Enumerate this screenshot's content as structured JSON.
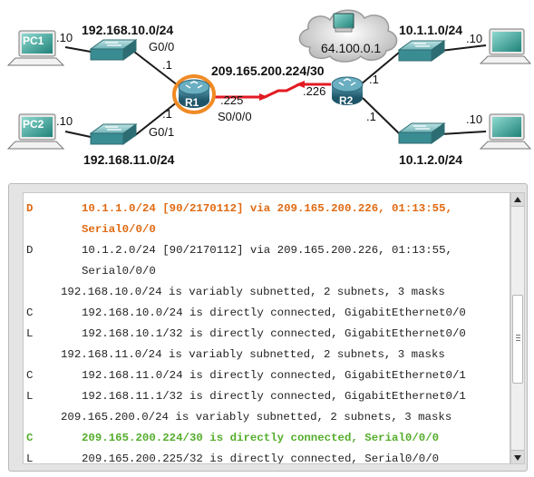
{
  "topology": {
    "pc1": "PC1",
    "pc2": "PC2",
    "r1": "R1",
    "r2": "R2",
    "net_pc1": "192.168.10.0/24",
    "net_pc2": "192.168.11.0/24",
    "net_serial": "209.165.200.224/30",
    "net_r2_lan1": "10.1.1.0/24",
    "net_r2_lan2": "10.1.2.0/24",
    "cloud_addr": "64.100.0.1",
    "pc1_host": ".10",
    "pc2_host": ".10",
    "r1_g00_host": ".1",
    "r1_g01_host": ".1",
    "if_g00": "G0/0",
    "if_g01": "G0/1",
    "r1_serial_host": ".225",
    "if_s000": "S0/0/0",
    "r2_serial_host": ".226",
    "r2_lan1_router_host": ".1",
    "r2_lan2_router_host": ".1",
    "r2_lan1_pc_host": ".10",
    "r2_lan2_pc_host": ".10",
    "colors": {
      "router_accent": "#f08a24",
      "serial_link": "#e21b23",
      "router_body": "#2e6f86",
      "switch_body": "#3a8c93",
      "pc_screen": "#2a8e86"
    }
  },
  "console": {
    "lines": [
      {
        "code": "D",
        "text": "10.1.1.0/24 [90/2170112] via 209.165.200.226, 01:13:55,",
        "style": "orange"
      },
      {
        "code": "",
        "text": "Serial0/0/0",
        "style": "orange"
      },
      {
        "code": "D",
        "text": "10.1.2.0/24 [90/2170112] via 209.165.200.226, 01:13:55,",
        "style": "normal"
      },
      {
        "code": "",
        "text": "Serial0/0/0",
        "style": "normal"
      },
      {
        "code": "",
        "text": "192.168.10.0/24 is variably subnetted, 2 subnets, 3 masks",
        "style": "header"
      },
      {
        "code": "C",
        "text": "192.168.10.0/24 is directly connected, GigabitEthernet0/0",
        "style": "normal"
      },
      {
        "code": "L",
        "text": "192.168.10.1/32 is directly connected, GigabitEthernet0/0",
        "style": "normal"
      },
      {
        "code": "",
        "text": "192.168.11.0/24 is variably subnetted, 2 subnets, 3 masks",
        "style": "header"
      },
      {
        "code": "C",
        "text": "192.168.11.0/24 is directly connected, GigabitEthernet0/1",
        "style": "normal"
      },
      {
        "code": "L",
        "text": "192.168.11.1/32 is directly connected, GigabitEthernet0/1",
        "style": "normal"
      },
      {
        "code": "",
        "text": "209.165.200.0/24 is variably subnetted, 2 subnets, 3 masks",
        "style": "header"
      },
      {
        "code": "C",
        "text": "209.165.200.224/30 is directly connected, Serial0/0/0",
        "style": "green"
      },
      {
        "code": "L",
        "text": "209.165.200.225/32 is directly connected, Serial0/0/0",
        "style": "normal"
      }
    ]
  },
  "scrollbar": {
    "position": 0.68
  }
}
